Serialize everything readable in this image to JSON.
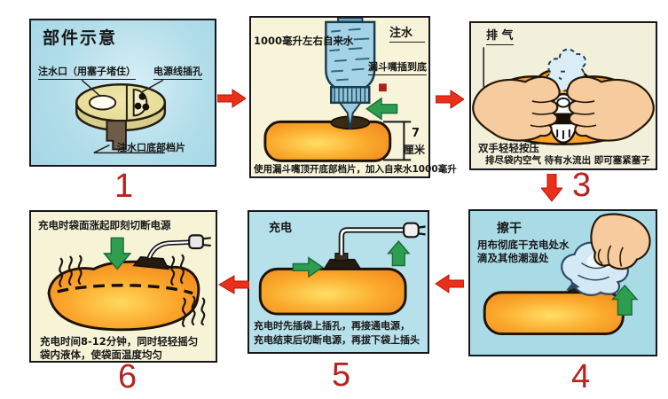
{
  "colors": {
    "red_arrow": "#e8301a",
    "number_red": "#b5241e",
    "green_arrow": "#2d9e50",
    "bag_orange": "#f79422",
    "panel_blue": "#aadbe8",
    "panel_cream": "#f7f3d8"
  },
  "icons": {
    "flow_right": "red-arrow-right",
    "flow_left": "red-arrow-left",
    "flow_down": "red-arrow-down",
    "hint_arrows": "green-arrow"
  },
  "steps": {
    "step1": {
      "number": "1",
      "title": "部件示意",
      "label_inlet": "注水口（用塞子堵住）",
      "label_power": "电源线插孔",
      "label_baffle": "注水口底部档片"
    },
    "step2": {
      "label_amount": "1000毫升左右自来水",
      "title": "注水",
      "label_funnel": "漏斗嘴插到底",
      "depth_value": "7",
      "depth_unit": "厘米",
      "caption": "使用漏斗嘴顶开底部档片，加入自来水1000毫升"
    },
    "step3": {
      "number": "3",
      "title": "排 气",
      "caption1": "双手轻轻按压",
      "caption2": "排尽袋内空气 待有水流出 即可塞紧塞子"
    },
    "step4": {
      "number": "4",
      "title": "擦干",
      "caption1": "用布彻底干充电处水",
      "caption2": "滴及其他潮湿处"
    },
    "step5": {
      "number": "5",
      "title": "充电",
      "caption1": "充电时先插袋上插孔，再接通电源，",
      "caption2": "充电结束后切断电源，再拔下袋上插头"
    },
    "step6": {
      "number": "6",
      "header": "充电时袋面涨起即刻切断电源",
      "caption1": "充电时间8-12分钟，同时轻轻摇匀",
      "caption2": "袋内液体，使袋面温度均匀"
    }
  }
}
